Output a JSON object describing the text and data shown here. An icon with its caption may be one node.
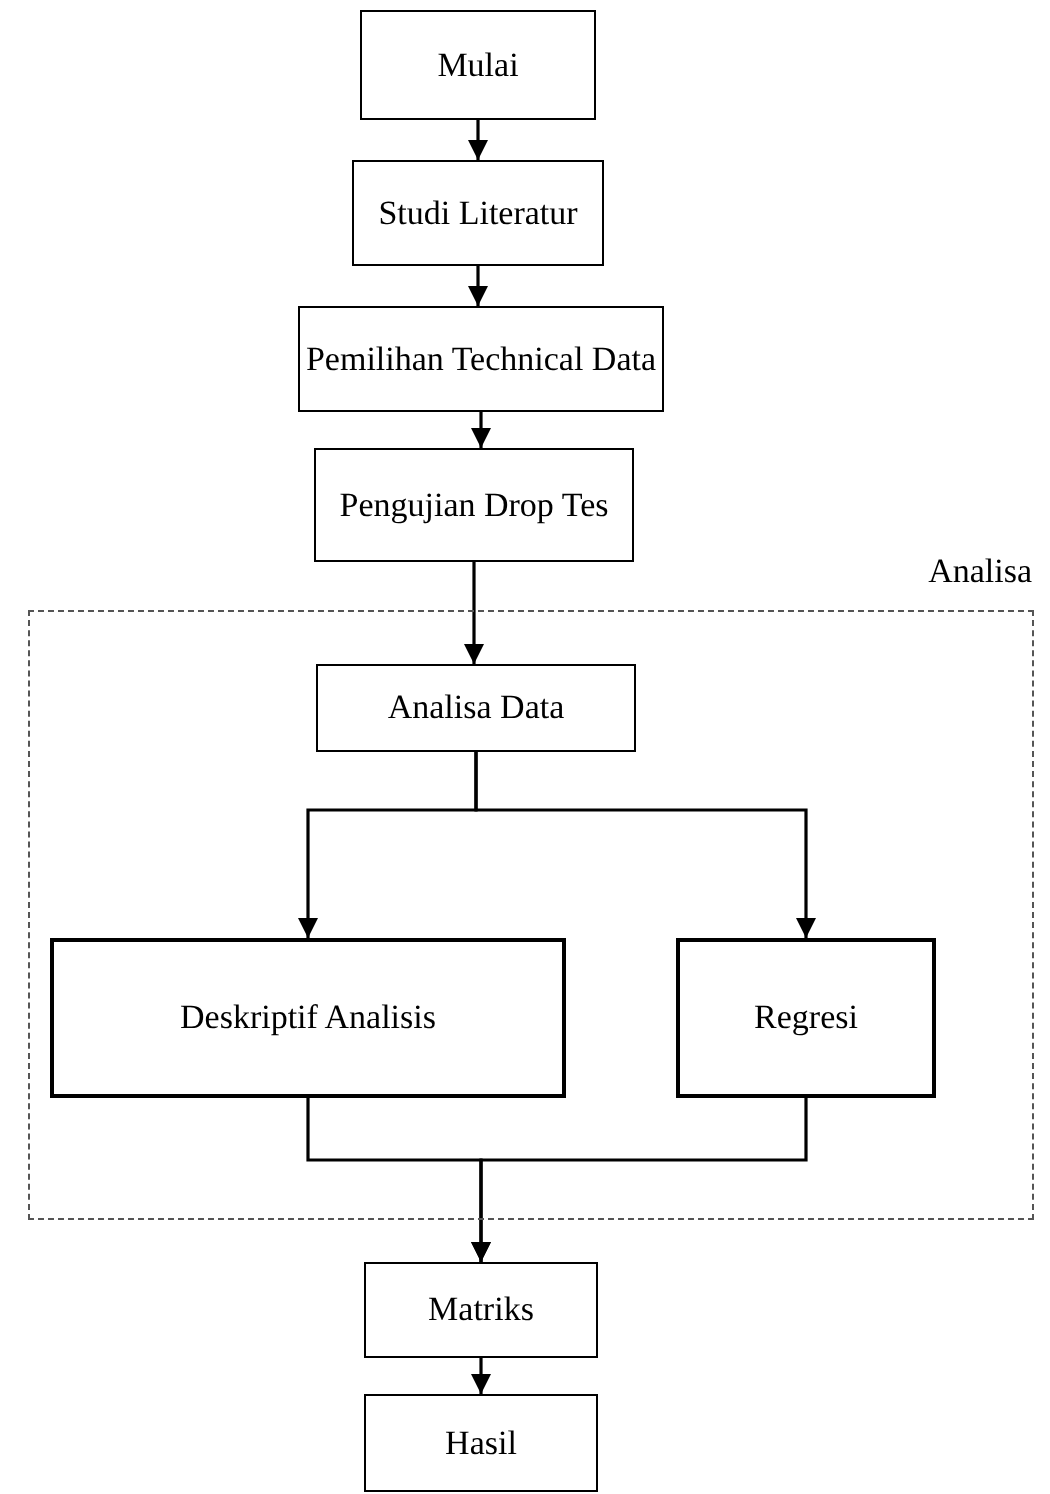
{
  "diagram": {
    "nodes": [
      {
        "text": [
          "Mulai"
        ]
      },
      {
        "text": [
          "Studi Literatur"
        ]
      },
      {
        "text": [
          "Pemilihan Technical Data"
        ]
      },
      {
        "text": [
          "Pengujian Drop Tes"
        ]
      },
      {
        "text": [
          "Analisa"
        ]
      },
      {
        "text": [
          "Analisa Data"
        ],
        "in": 4
      },
      {
        "text": [
          "Deskriptif Analisis"
        ],
        "in": 4
      },
      {
        "text": [
          "Regresi"
        ],
        "in": 4
      },
      {
        "text": [
          "Matriks"
        ]
      },
      {
        "text": [
          "Hasil"
        ]
      }
    ],
    "edges": [
      {
        "from": 0,
        "to": 1,
        "arrow": "to"
      },
      {
        "from": 1,
        "to": 2,
        "arrow": "to"
      },
      {
        "from": 2,
        "to": 3,
        "arrow": "to"
      },
      {
        "from": 3,
        "to": 5,
        "arrow": "to"
      },
      {
        "from": 5,
        "to": 6,
        "arrow": "to"
      },
      {
        "from": 5,
        "to": 7,
        "arrow": "to"
      },
      {
        "from": 6,
        "to": 8,
        "arrow": "to"
      },
      {
        "from": 7,
        "to": 8,
        "arrow": "to"
      },
      {
        "from": 8,
        "to": 9,
        "arrow": "to"
      }
    ]
  }
}
